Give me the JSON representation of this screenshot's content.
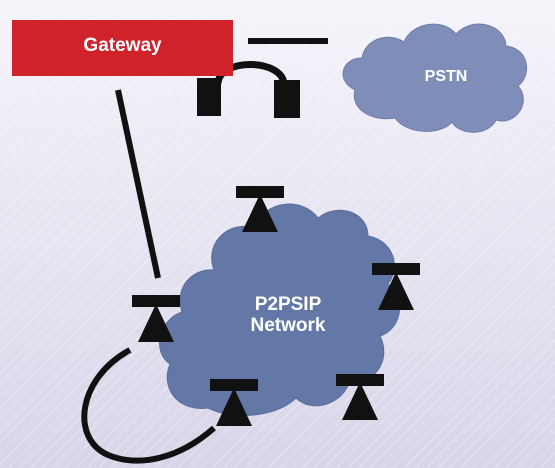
{
  "diagram": {
    "gateway_label": "Gateway",
    "pstn_label": "PSTN",
    "network_label_line1": "P2PSIP",
    "network_label_line2": "Network"
  },
  "colors": {
    "gateway_fill": "#d0222a",
    "pstn_cloud": "#7f8eb8",
    "network_cloud": "#6378a6",
    "node_fill": "#111111",
    "background": "#e6e4f0"
  },
  "icons": [
    "peer-node-icon",
    "cloud-icon",
    "connector-plug-icon"
  ]
}
